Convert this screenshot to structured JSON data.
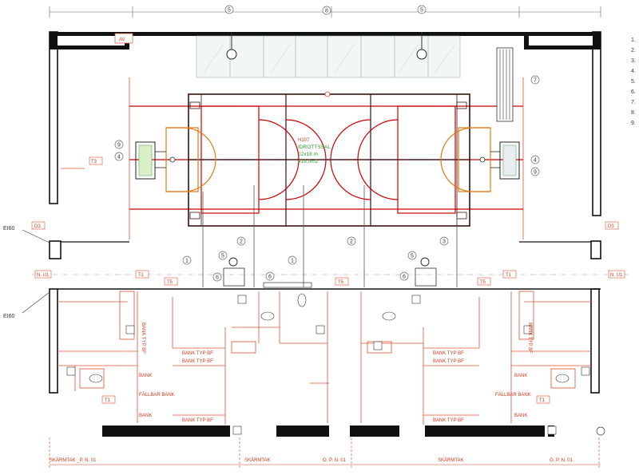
{
  "fire_labels": [
    "EI60",
    "EI60"
  ],
  "hall": {
    "room_number": "H107",
    "room_name": "IDROTTSSAL",
    "dimensions": "22x18 m",
    "area": "416,0m2"
  },
  "av_label": "AV",
  "grid_top": [
    "5",
    "8",
    "5"
  ],
  "legend_numbers": [
    "1.",
    "2.",
    "3.",
    "4.",
    "5.",
    "6.",
    "7.",
    "8.",
    "9."
  ],
  "equipment_numbers": [
    "1",
    "5",
    "2",
    "6",
    "1",
    "6",
    "2",
    "3",
    "5",
    "6",
    "7",
    "9",
    "4",
    "4",
    "9"
  ],
  "tags": {
    "t3": "T3",
    "d3_left": "D3",
    "d3_right": "D3",
    "n_u1_left": "N. U1",
    "n_u1_right": "N. U1",
    "t1_a": "T1",
    "t1_b": "T1",
    "t5_a": "T5",
    "t5_b": "T5",
    "t5_c": "T5",
    "t1_left": "T1",
    "t1_right": "T1"
  },
  "rooms": {
    "bank_typ_bf": "BANK TYP BF",
    "bank": "BANK",
    "fallbar_bank": "FÄLLBAR BANK"
  },
  "bottom_labels": {
    "skarmtak": "SKÄRMTAK",
    "skarmtak_left_code": "SKÄRMTAK _P. N. 01",
    "o_p_n_01": "O. P. N. 01"
  }
}
